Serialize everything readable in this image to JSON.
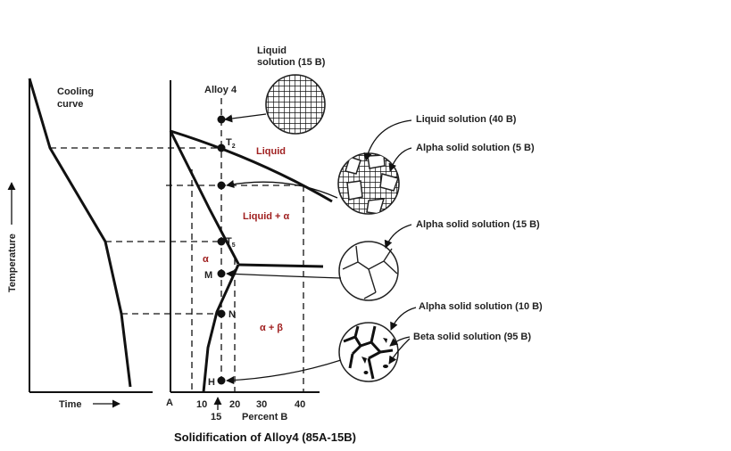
{
  "cooling_panel": {
    "title_line1": "Cooling",
    "title_line2": "curve",
    "y_axis_label": "Temperature",
    "x_axis_label": "Time"
  },
  "phase_diagram": {
    "alloy_label": "Alloy 4",
    "axis_origin_label": "A",
    "x_ticks": [
      "10",
      "20",
      "30",
      "40"
    ],
    "x_marker": "15",
    "x_axis_label": "Percent B",
    "points": {
      "t2": "T",
      "t2_sub": "2",
      "t5": "T",
      "t5_sub": "5",
      "m": "M",
      "n": "N",
      "h": "H"
    },
    "regions": {
      "liquid": "Liquid",
      "liquid_alpha": "Liquid + α",
      "alpha": "α",
      "alpha_beta": "α + β"
    }
  },
  "microstructures": {
    "top_line1": "Liquid",
    "top_line2": "solution (15 B)",
    "liquid_40": "Liquid solution (40 B)",
    "alpha_5": "Alpha solid solution (5 B)",
    "alpha_15": "Alpha solid solution (15 B)",
    "alpha_10": "Alpha solid solution (10 B)",
    "beta_95": "Beta solid solution (95 B)"
  },
  "caption": "Solidification of Alloy4 (85A-15B)"
}
